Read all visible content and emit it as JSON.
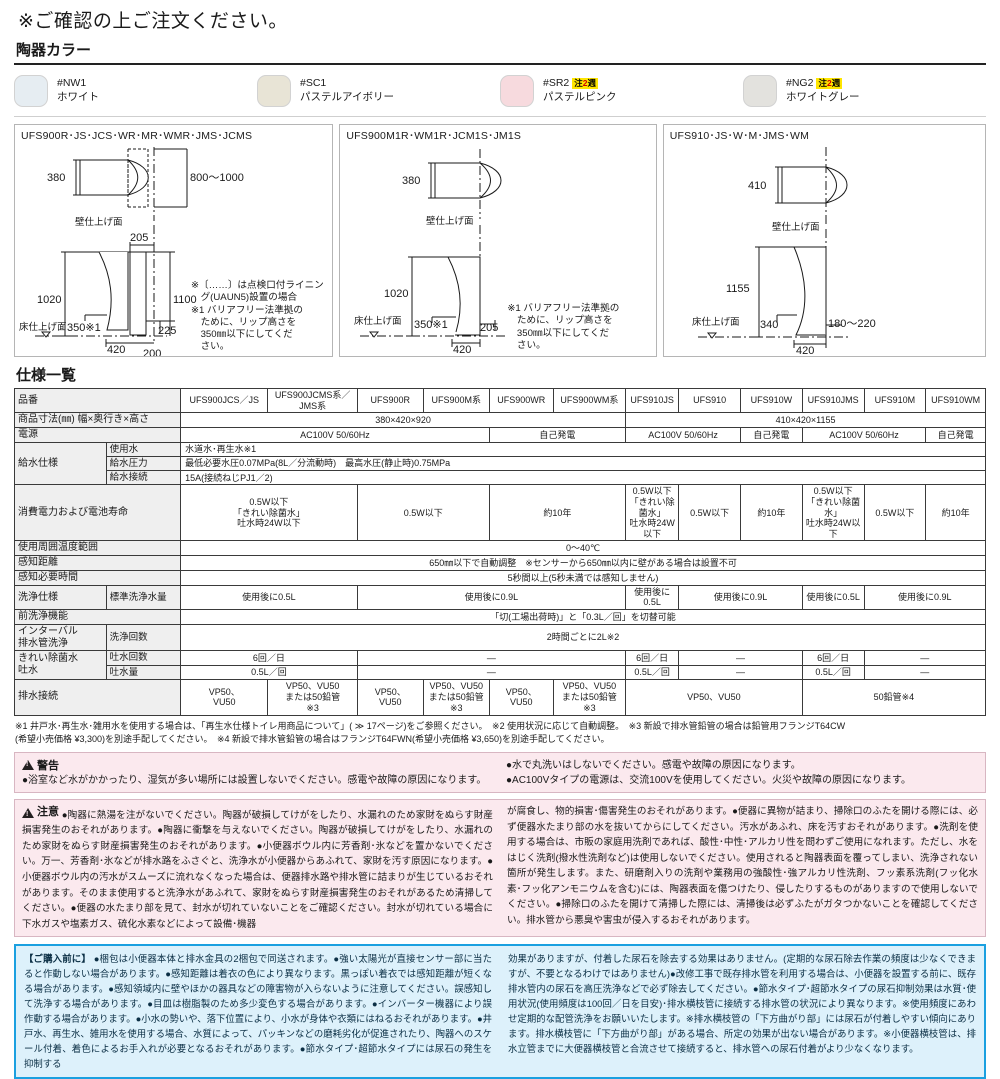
{
  "notice": "※ご確認の上ご注文ください。",
  "color_section": {
    "title": "陶器カラー",
    "items": [
      {
        "code": "#NW1",
        "name": "ホワイト",
        "hex": "#e6edf2",
        "badge": null
      },
      {
        "code": "#SC1",
        "name": "パステルアイボリー",
        "hex": "#e8e4d6",
        "badge": null
      },
      {
        "code": "#SR2",
        "name": "パステルピンク",
        "hex": "#f7dade",
        "badge": "注2週"
      },
      {
        "code": "#NG2",
        "name": "ホワイトグレー",
        "hex": "#e3e2de",
        "badge": "注2週"
      }
    ]
  },
  "diagrams": [
    {
      "title": "UFS900R･JS･JCS･WR･MR･WMR･JMS･JCMS",
      "wall_label": "壁仕上げ面",
      "floor_label": "床仕上げ面",
      "dims": {
        "top_width": "380",
        "top_depth": "800〜1000",
        "proj": "205",
        "height": "1020",
        "lip": "350※1",
        "total": "1100",
        "base_w": "420",
        "base_d": "200",
        "drain": "225"
      },
      "note_lines": [
        "※〔……〕は点検口付ライニン",
        "　グ(UAUN5)設置の場合",
        "※1 バリアフリー法準拠の",
        "　ために、リップ高さを",
        "　350㎜以下にしてくだ",
        "　さい。"
      ]
    },
    {
      "title": "UFS900M1R･WM1R･JCM1S･JM1S",
      "wall_label": "壁仕上げ面",
      "floor_label": "床仕上げ面",
      "dims": {
        "top_width": "380",
        "height": "1020",
        "lip": "350※1",
        "proj": "205",
        "base_w": "420"
      },
      "note_lines": [
        "※1 バリアフリー法準拠の",
        "　ために、リップ高さを",
        "　350㎜以下にしてくだ",
        "　さい。"
      ]
    },
    {
      "title": "UFS910･JS･W･M･JMS･WM",
      "wall_label": "壁仕上げ面",
      "floor_label": "床仕上げ面",
      "dims": {
        "top_width": "410",
        "height": "1155",
        "lip": "340",
        "base_w": "420",
        "drain": "180〜220"
      },
      "note_lines": []
    }
  ],
  "spec": {
    "title": "仕様一覧",
    "row_labels": {
      "model": "品番",
      "size": "商品寸法(㎜) 幅×奥行き×高さ",
      "power": "電源",
      "supply": "給水仕様",
      "supply_water": "使用水",
      "supply_press": "給水圧力",
      "supply_conn": "給水接続",
      "consumption": "消費電力および電池寿命",
      "temp": "使用周囲温度範囲",
      "sense_dist": "感知距離",
      "sense_time": "感知必要時間",
      "wash": "洗浄仕様",
      "wash_std": "標準洗浄水量",
      "prewash": "前洗浄機能",
      "interval": "インターバル\n排水管洗浄",
      "interval_count": "洗浄回数",
      "clean_water": "きれい除菌水\n吐水",
      "clean_count": "吐水回数",
      "clean_vol": "吐水量",
      "drain": "排水接続"
    },
    "models": [
      "UFS900JCS／JS",
      "UFS900JCMS系／JMS系",
      "UFS900R",
      "UFS900M系",
      "UFS900WR",
      "UFS900WM系",
      "UFS910JS",
      "UFS910",
      "UFS910W",
      "UFS910JMS",
      "UFS910M",
      "UFS910WM"
    ],
    "size_900": "380×420×920",
    "size_910": "410×420×1155",
    "power_ac": "AC100V 50/60Hz",
    "power_self": "自己発電",
    "water_type": "水道水･再生水※1",
    "water_pressure": "最低必要水圧0.07MPa(8L／分流動時)　最高水圧(静止時)0.75MPa",
    "water_conn": "15A(接続ねじPJ1／2)",
    "consumption_kirei": "0.5W以下\n「きれい除菌水」\n吐水時24W以下",
    "consumption_05": "0.5W以下",
    "consumption_10y": "約10年",
    "temp_range": "0〜40℃",
    "sense_dist_val": "650㎜以下で自動調整　※センサーから650㎜以内に壁がある場合は設置不可",
    "sense_time_val": "5秒間以上(5秒未満では感知しません)",
    "wash_05": "使用後に0.5L",
    "wash_09": "使用後に0.9L",
    "prewash_val": "「切(工場出荷時)」と「0.3L／回」を切替可能",
    "interval_val": "2時間ごとに2L※2",
    "clean_count_val": "6回／日",
    "clean_vol_val": "0.5L／回",
    "dash": "—",
    "drain_vp": "VP50、\nVU50",
    "drain_vp_lead": "VP50、VU50\nまたは50鉛管\n※3",
    "drain_vp_wide": "VP50、VU50",
    "drain_lead": "50鉛管※4"
  },
  "footnotes": [
    "※1 井戸水･再生水･雑用水を使用する場合は、「再生水仕様トイレ用商品について」( ≫ 17ページ)をご参照ください。　※2 使用状況に応じて自動調整。　※3 新設で排水管鉛管の場合は鉛管用フランジT64CW",
    "(希望小売価格 ¥3,300)を別途手配してください。　※4 新設で排水管鉛管の場合はフランジT64FWN(希望小売価格 ¥3,650)を別途手配してください。"
  ],
  "warning": {
    "title": "警告",
    "left": [
      "●浴室など水がかかったり、湿気が多い場所には設置しないでください。感電や故障の原因になります。"
    ],
    "right": [
      "●水で丸洗いはしないでください。感電や故障の原因になります。",
      "●AC100Vタイプの電源は、交流100Vを使用してください。火災や故障の原因になります。"
    ]
  },
  "caution": {
    "title": "注意",
    "left": "●陶器に熱湯を注がないでください。陶器が破損してけがをしたり、水漏れのため家財をぬらす財産損害発生のおそれがあります。●陶器に衝撃を与えないでください。陶器が破損してけがをしたり、水漏れのため家財をぬらす財産損害発生のおそれがあります。●小便器ボウル内に芳香剤･氷などを置かないでください。万一、芳香剤･氷などが排水路をふさぐと、洗浄水が小便器からあふれて、家財を汚す原因になります。●小便器ボウル内の汚水がスムーズに流れなくなった場合は、便器排水路や排水管に詰まりが生じているおそれがあります。そのまま使用すると洗浄水があふれて、家財をぬらす財産損害発生のおそれがあるため清掃してください。●便器の水たまり部を見て、封水が切れていないことをご確認ください。封水が切れている場合に下水ガスや塩素ガス、硫化水素などによって設備･機器",
    "right": "が腐食し、物的損害･傷害発生のおそれがあります。●便器に異物が詰まり、掃除口のふたを開ける際には、必ず便器水たまり部の水を抜いてからにしてください。汚水があふれ、床を汚すおそれがあります。●洗剤を使用する場合は、市販の家庭用洗剤であれば、酸性･中性･アルカリ性を問わずご使用になれます。ただし、水をはじく洗剤(撥水性洗剤など)は使用しないでください。使用されると陶器表面を覆ってしまい、洗浄されない箇所が発生します。また、研磨剤入りの洗剤や業務用の強酸性･強アルカリ性洗剤、フッ素系洗剤(フッ化水素･フッ化アンモニウムを含む)には、陶器表面を傷つけたり、侵したりするものがありますので使用しないでください。●掃除口のふたを開けて清掃した際には、清掃後は必ずふたがガタつかないことを確認してください。排水管から悪臭や害虫が侵入するおそれがあります。"
  },
  "purchase": {
    "tag": "【ご購入前に】",
    "left": "●梱包は小便器本体と排水金具の2梱包で同送されます。●強い太陽光が直接センサー部に当たると作動しない場合があります。●感知距離は着衣の色により異なります。黒っぽい着衣では感知距離が短くなる場合があります。●感知領域内に壁やほかの器具などの障害物が入らないように注意してください。誤感知して洗浄する場合があります。●目皿は樹脂製のため多少変色する場合があります。●インバーター機器により誤作動する場合があります。●小水の勢いや、落下位置により、小水が身体や衣類にはねるおそれがあります。●井戸水、再生水、雑用水を使用する場合、水質によって、パッキンなどの磨耗劣化が促進されたり、陶器へのスケール付着、着色によるお手入れが必要となるおそれがあります。●節水タイプ･超節水タイプには尿石の発生を抑制する",
    "right": "効果がありますが、付着した尿石を除去する効果はありません。(定期的な尿石除去作業の頻度は少なくできますが、不要となるわけではありません)●改修工事で既存排水管を利用する場合は、小便器を設置する前に、既存排水管内の尿石を高圧洗浄などで必ず除去してください。●節水タイプ･超節水タイプの尿石抑制効果は水質･使用状況(使用頻度は100回／日を目安)･排水横枝管に接続する排水管の状況により異なります。※使用頻度にあわせ定期的な配管洗浄をお願いいたします。※排水横枝管の「下方曲がり部」には尿石が付着しやすい傾向にあります。排水横枝管に「下方曲がり部」がある場合、所定の効果が出ない場合があります。※小便器横枝管は、排水立管までに大便器横枝管と合流させて接続すると、排水管への尿石付着がより少なくなります。"
  }
}
